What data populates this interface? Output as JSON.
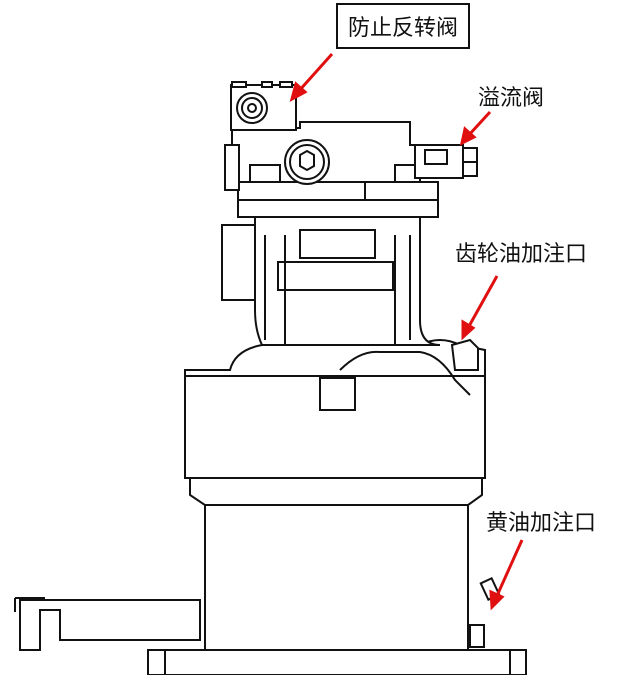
{
  "labels": {
    "anti_reverse_valve": "防止反转阀",
    "relief_valve": "溢流阀",
    "gear_oil_filler": "齿轮油加注口",
    "grease_filler": "黄油加注口"
  },
  "colors": {
    "arrow": "#e01010",
    "line": "#111111"
  }
}
